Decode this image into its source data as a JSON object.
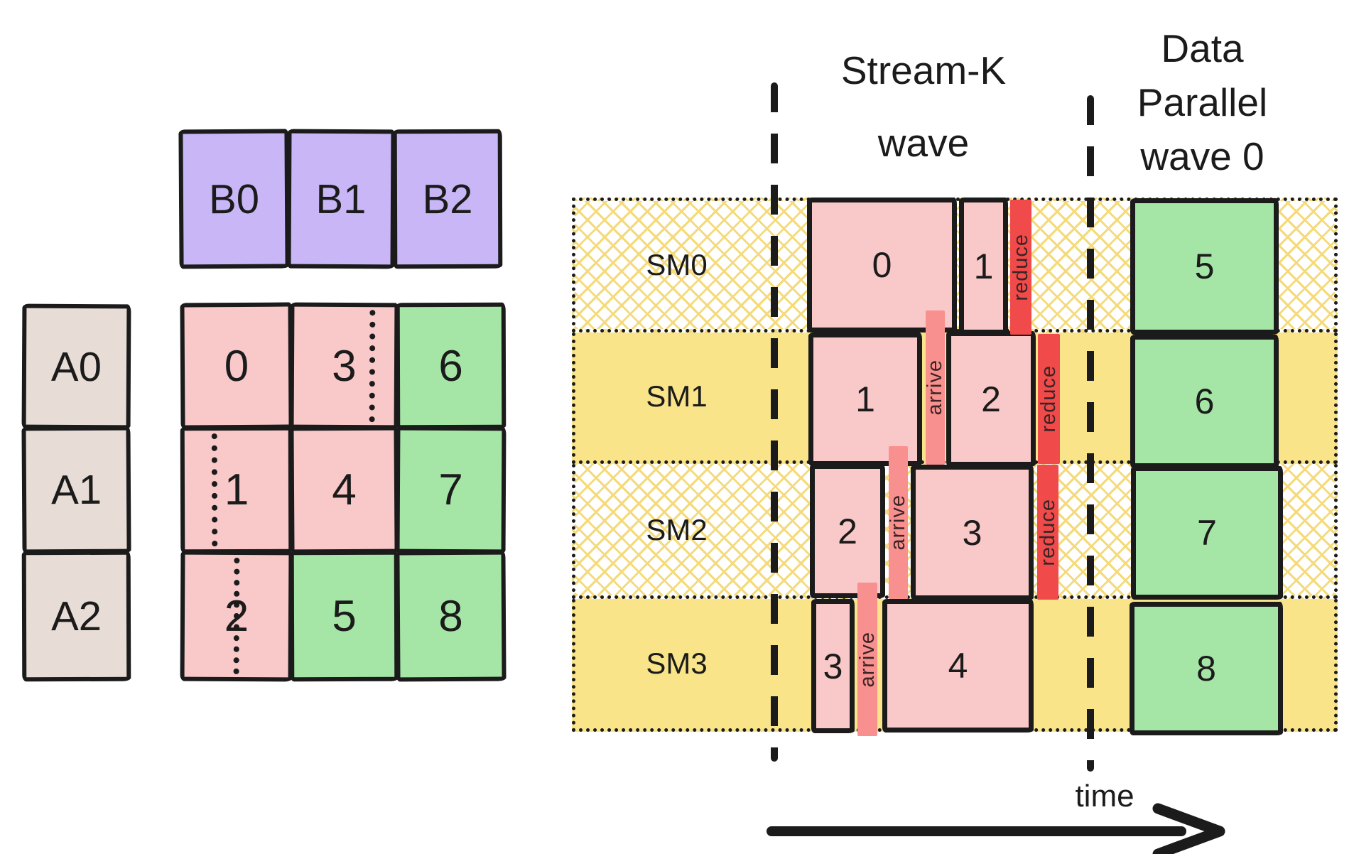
{
  "left_diagram": {
    "b_row": [
      "B0",
      "B1",
      "B2"
    ],
    "a_col": [
      "A0",
      "A1",
      "A2"
    ],
    "grid": [
      {
        "label": "0",
        "color": "pink"
      },
      {
        "label": "3",
        "color": "pink",
        "split": "75%"
      },
      {
        "label": "6",
        "color": "green"
      },
      {
        "label": "1",
        "color": "pink",
        "split": "26%"
      },
      {
        "label": "4",
        "color": "pink"
      },
      {
        "label": "7",
        "color": "green"
      },
      {
        "label": "2",
        "color": "pink",
        "split": "47%"
      },
      {
        "label": "5",
        "color": "green"
      },
      {
        "label": "8",
        "color": "green"
      }
    ]
  },
  "timeline": {
    "headers": {
      "stream_k": "Stream-K\nwave",
      "data_parallel": "Data\nParallel\nwave 0"
    },
    "sm_rows": [
      {
        "label": "SM0",
        "stream_k_blocks": [
          "0",
          "1"
        ],
        "reduce_label": "reduce",
        "dp_block": "5"
      },
      {
        "label": "SM1",
        "stream_k_blocks": [
          "1",
          "2"
        ],
        "reduce_label": "reduce",
        "dp_block": "6"
      },
      {
        "label": "SM2",
        "stream_k_blocks": [
          "2",
          "3"
        ],
        "reduce_label": "reduce",
        "dp_block": "7"
      },
      {
        "label": "SM3",
        "stream_k_blocks": [
          "3",
          "4"
        ],
        "dp_block": "8"
      }
    ],
    "arrive_bars": [
      {
        "label": "arrive"
      },
      {
        "label": "arrive"
      },
      {
        "label": "arrive"
      }
    ],
    "time_label": "time"
  },
  "colors": {
    "ink": "#1b1b1b",
    "pink": "#f9c8c8",
    "green": "#a5e6a6",
    "purple": "#c8b6f6",
    "beige": "#e7ddd6",
    "yellow": "#f9e48a",
    "hatch": "#f4da7a",
    "salmon": "#f8908f",
    "red": "#f04a4a"
  }
}
